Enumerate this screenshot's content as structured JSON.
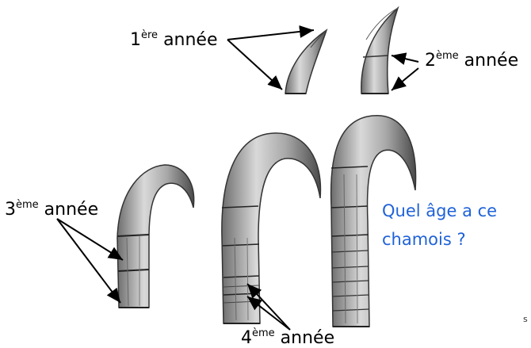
{
  "labels": {
    "year1": {
      "sup": "ère",
      "text": "année",
      "num": "1"
    },
    "year2": {
      "sup": "ème",
      "text": "année",
      "num": "2"
    },
    "year3": {
      "sup": "ème",
      "text": "année",
      "num": "3"
    },
    "year4": {
      "sup": "ème",
      "text": "année",
      "num": "4"
    }
  },
  "question": "Quel âge a ce chamois ?",
  "credit": "s",
  "colors": {
    "question_text": "#1f62d8",
    "horn_dark": "#3a3a3a",
    "horn_mid": "#8a8a8a",
    "horn_light": "#d8d8d8"
  }
}
